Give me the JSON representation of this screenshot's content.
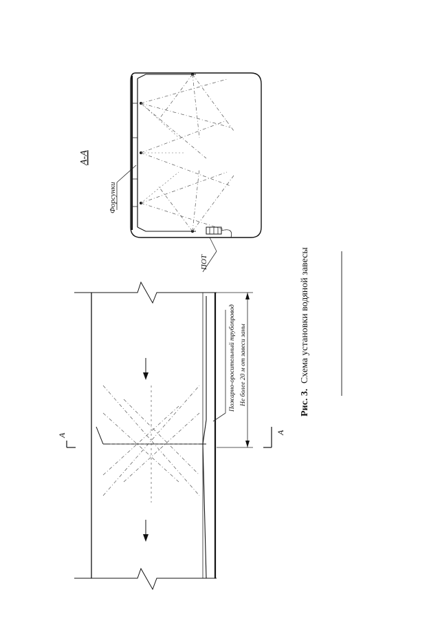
{
  "section_label": "А-А",
  "section_marker_left": "А",
  "section_marker_right": "А",
  "label_nozzles": "Форсунки",
  "label_pot": "ПОТ",
  "label_pipeline": "Пожарно-оросительный трубопровод",
  "label_distance": "Не более 20 м от завеси заны",
  "caption_prefix": "Рис. 3.",
  "caption_text": "Схема установки водяной завесы",
  "colors": {
    "ink": "#111111",
    "paper": "#ffffff"
  }
}
